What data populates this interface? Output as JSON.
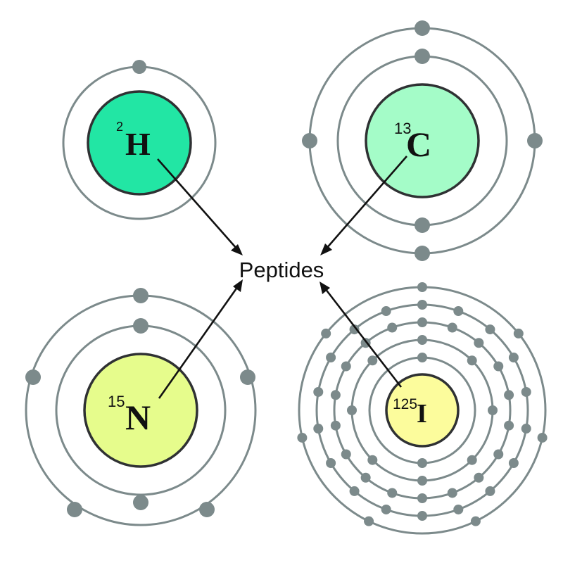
{
  "center_label": "Peptides",
  "atoms": [
    {
      "id": "hydrogen",
      "mass_number": "2",
      "symbol": "H",
      "nucleus_color": "#22e6a4",
      "shells": [
        1
      ]
    },
    {
      "id": "carbon",
      "mass_number": "13",
      "symbol": "C",
      "nucleus_color": "#a4fcc8",
      "shells": [
        2,
        4
      ]
    },
    {
      "id": "nitrogen",
      "mass_number": "15",
      "symbol": "N",
      "nucleus_color": "#e6fc8c",
      "shells": [
        2,
        5
      ]
    },
    {
      "id": "iodine",
      "mass_number": "125",
      "symbol": "I",
      "nucleus_color": "#fcfc9c",
      "shells": [
        2,
        8,
        18,
        18,
        7
      ]
    }
  ],
  "colors": {
    "orbit": "#7c8a8b",
    "electron": "#7c8a8b",
    "arrow": "#111111"
  }
}
